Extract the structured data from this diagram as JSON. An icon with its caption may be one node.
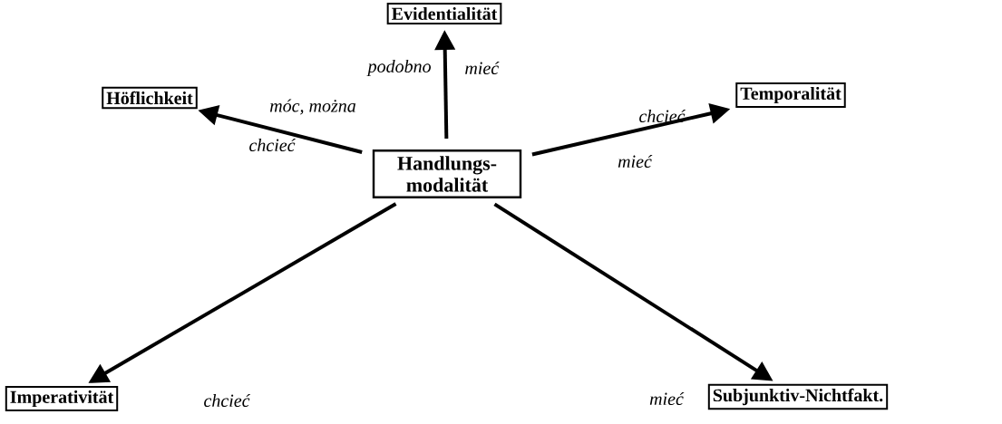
{
  "diagram": {
    "nodes": [
      {
        "text": [
          "Handlungs- modalität"
        ]
      },
      {
        "text": [
          "Evidentialität"
        ]
      },
      {
        "text": [
          "Höflichkeit"
        ]
      },
      {
        "text": [
          "Temporalität"
        ]
      },
      {
        "text": [
          "Imperativität"
        ]
      },
      {
        "text": [
          "Subjunktiv-Nichtfakt."
        ]
      }
    ],
    "edges": [
      {
        "from": 0,
        "to": 1,
        "arrow": "to",
        "label": "podobno"
      },
      {
        "from": 0,
        "to": 2,
        "arrow": "to",
        "label": "móc, można"
      },
      {
        "from": 0,
        "to": 3,
        "arrow": "to",
        "label": "chcieć"
      },
      {
        "from": 0,
        "to": 4,
        "arrow": "to",
        "label": "chcieć"
      },
      {
        "from": 0,
        "to": 5,
        "arrow": "to",
        "label": "mieć"
      }
    ],
    "labels": [
      "mieć",
      "chcieć",
      "mieć"
    ]
  }
}
